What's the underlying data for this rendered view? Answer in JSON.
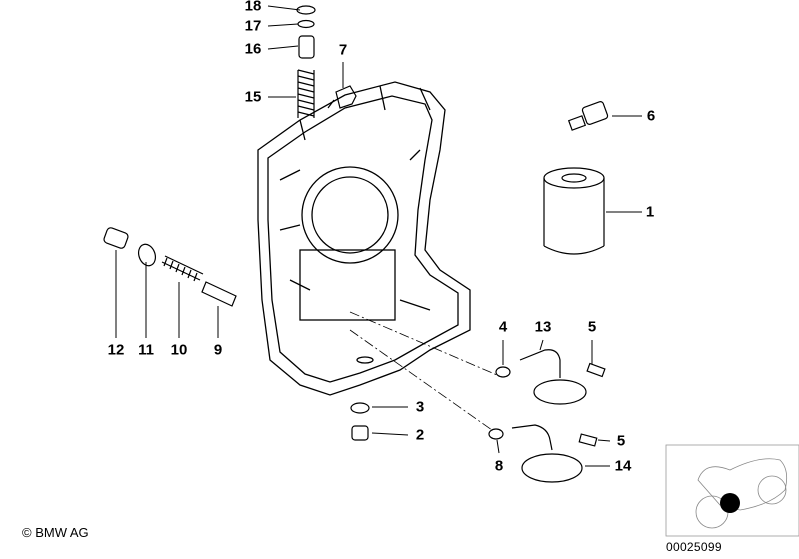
{
  "labels": {
    "l18": "18",
    "l17": "17",
    "l16": "16",
    "l7": "7",
    "l15": "15",
    "l6": "6",
    "l1": "1",
    "l12": "12",
    "l11": "11",
    "l10": "10",
    "l9": "9",
    "l4": "4",
    "l13": "13",
    "l5a": "5",
    "l3": "3",
    "l2": "2",
    "l5b": "5",
    "l8": "8",
    "l14": "14"
  },
  "copyright": "© BMW AG",
  "part_number": "00025099"
}
